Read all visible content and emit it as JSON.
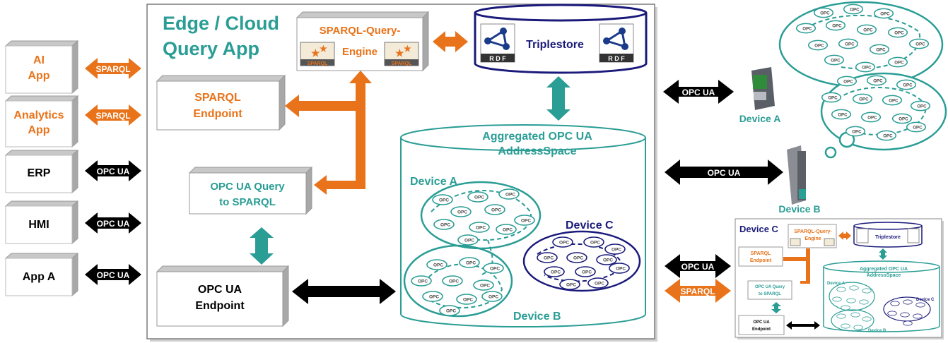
{
  "colors": {
    "orange": "#e8731a",
    "teal": "#2a9d95",
    "navy": "#1a1a7a",
    "black": "#000000"
  },
  "main": {
    "title_line1": "Edge / Cloud",
    "title_line2": "Query App"
  },
  "clients": [
    {
      "line1": "AI",
      "line2": "App",
      "color": "orange",
      "protocol": "SPARQL"
    },
    {
      "line1": "Analytics",
      "line2": "App",
      "color": "orange",
      "protocol": "SPARQL"
    },
    {
      "line1": "ERP",
      "line2": "",
      "color": "black",
      "protocol": "OPC UA"
    },
    {
      "line1": "HMI",
      "line2": "",
      "color": "black",
      "protocol": "OPC UA"
    },
    {
      "line1": "App A",
      "line2": "",
      "color": "black",
      "protocol": "OPC UA"
    }
  ],
  "sparql_engine": {
    "line1": "SPARQL-Query-",
    "line2": "Engine",
    "logo_text": "SPARQL"
  },
  "triplestore": {
    "label": "Triplestore",
    "logo_text": "R D F"
  },
  "sparql_endpoint": {
    "line1": "SPARQL",
    "line2": "Endpoint"
  },
  "opcua_query": {
    "line1": "OPC UA Query",
    "line2": "to SPARQL"
  },
  "opcua_endpoint": {
    "line1": "OPC UA",
    "line2": "Endpoint"
  },
  "address_space": {
    "line1": "Aggregated OPC UA",
    "line2": "AddressSpace",
    "device_a": "Device A",
    "device_b": "Device B",
    "device_c": "Device C",
    "node_label": "OPC"
  },
  "right": {
    "link_device_a": "OPC UA",
    "device_a_label": "Device A",
    "link_device_b": "OPC UA",
    "device_b_label": "Device B",
    "link_c_opcua": "OPC UA",
    "link_c_sparql": "SPARQL"
  },
  "mini": {
    "title": "Device C",
    "engine_line1": "SPARQL-Query-",
    "engine_line2": "Engine",
    "triplestore": "Triplestore",
    "sparql_endpoint_line1": "SPARQL",
    "sparql_endpoint_line2": "Endpoint",
    "opcua_query_line1": "OPC UA Query",
    "opcua_query_line2": "to SPARQL",
    "opcua_endpoint_line1": "OPC UA",
    "opcua_endpoint_line2": "Endpoint",
    "as_line1": "Aggregated OPC UA",
    "as_line2": "AddressSpace",
    "device_a": "Device A",
    "device_b": "Device B",
    "device_c": "Device C"
  }
}
